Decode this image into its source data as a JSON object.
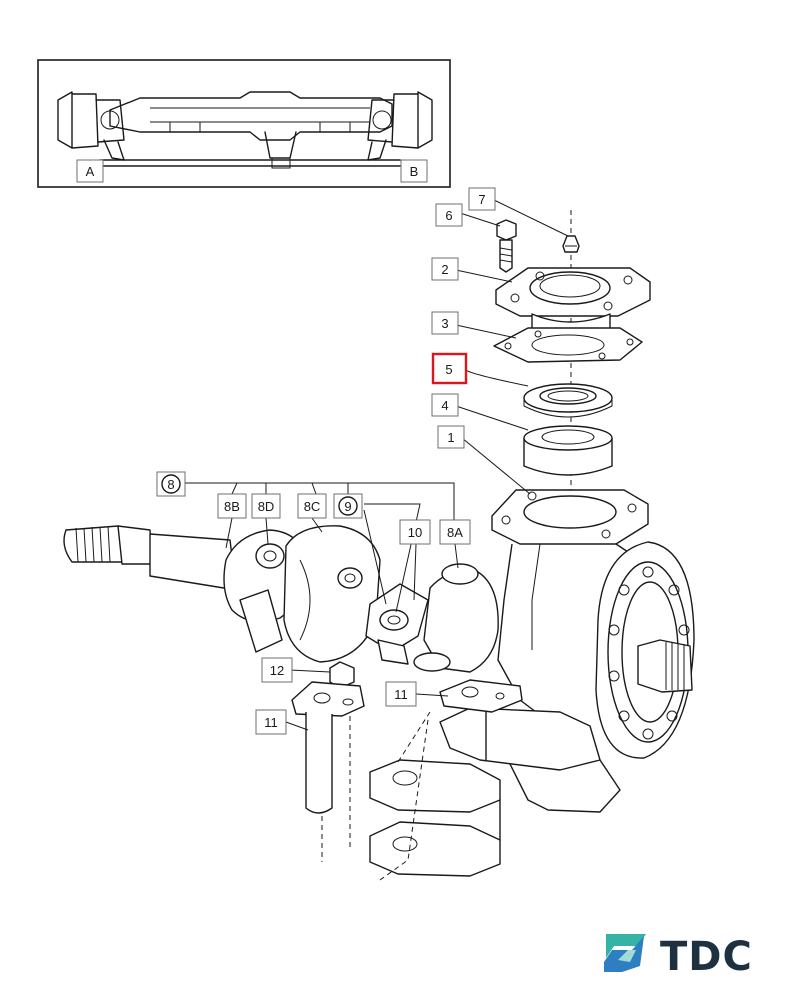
{
  "inset": {
    "label_a": "A",
    "label_b": "B"
  },
  "callouts": {
    "c7": "7",
    "c6": "6",
    "c2": "2",
    "c3": "3",
    "c5": "5",
    "c4": "4",
    "c1": "1",
    "c8": "8",
    "c8b": "8B",
    "c8d": "8D",
    "c8c": "8C",
    "c9": "9",
    "c10": "10",
    "c8a": "8A",
    "c12": "12",
    "c11_left": "11",
    "c11_right": "11"
  },
  "highlighted_callout": "5",
  "colors": {
    "highlight": "#e0151b",
    "brand_dark": "#1e3140",
    "brand_teal": "#35b3a6",
    "brand_blue": "#2d7fc1"
  },
  "brand": {
    "name": "TDC",
    "icon": "tdc-logo-icon"
  }
}
